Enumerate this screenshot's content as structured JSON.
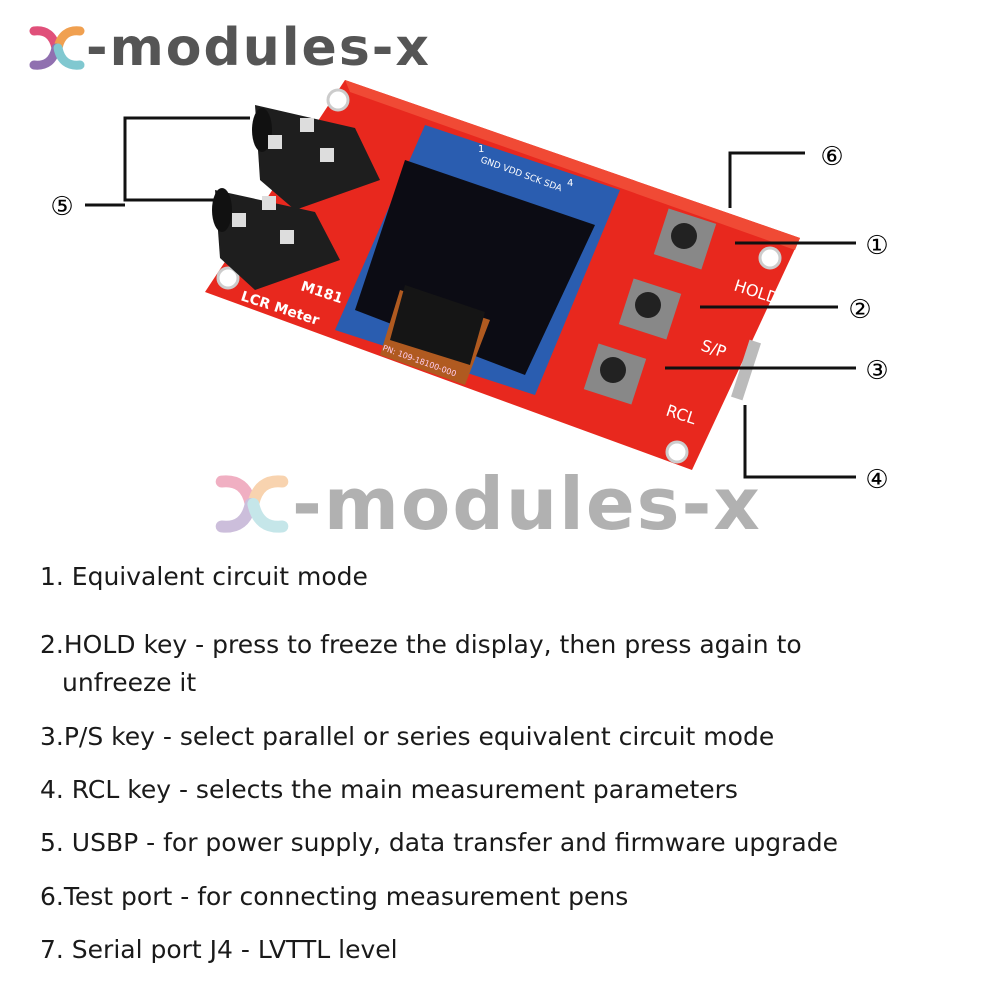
{
  "logo": {
    "text": "-modules-x",
    "colors": [
      "#e0507a",
      "#f0a050",
      "#9070b0",
      "#80c8d0"
    ]
  },
  "board": {
    "model": "M181",
    "name": "LCR Meter",
    "part_number": "PN: 109-18100-000",
    "oled_pins": [
      "1",
      "GND",
      "VDD",
      "SCK",
      "SDA",
      "4"
    ],
    "buttons": [
      "HOLD",
      "S/P",
      "RCL"
    ],
    "color": "#e8281e"
  },
  "callouts": [
    "①",
    "②",
    "③",
    "④",
    "⑤",
    "⑥"
  ],
  "list": [
    "1. Equivalent circuit mode",
    "2.HOLD key - press to freeze the display, then press again to",
    "unfreeze it",
    "3.P/S key - select parallel or series equivalent circuit mode",
    "4. RCL key - selects the main measurement parameters",
    "5. USBP - for power supply, data transfer and firmware upgrade",
    "6.Test port - for connecting measurement pens",
    "7. Serial port J4 - LVTTL level"
  ]
}
